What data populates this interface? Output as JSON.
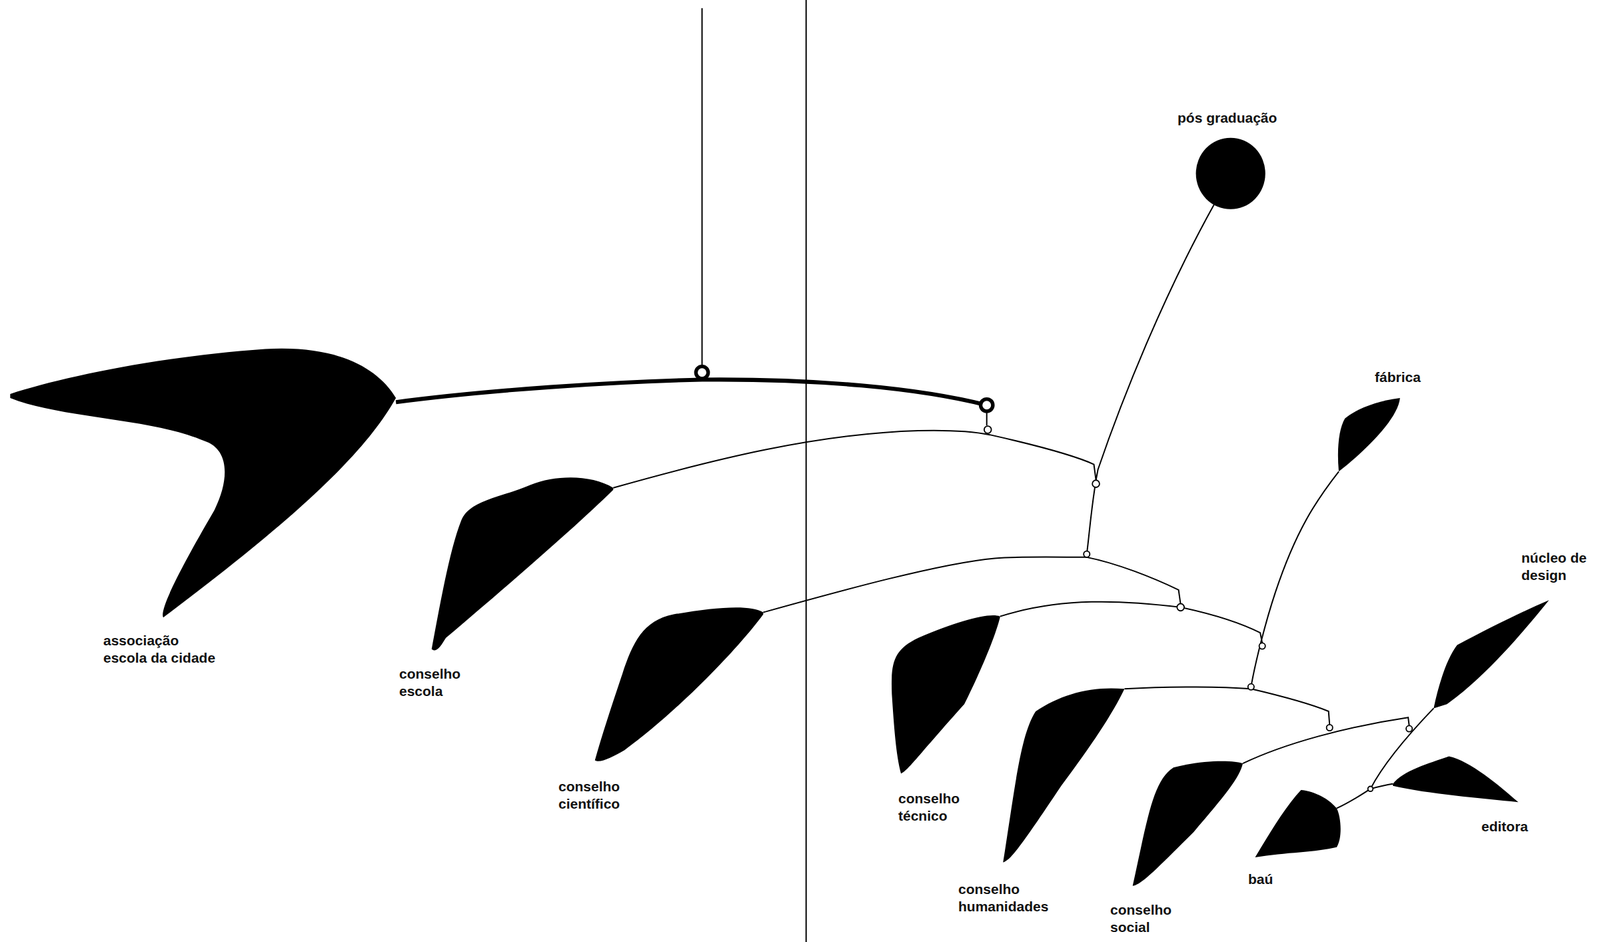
{
  "diagram": {
    "nodes": [
      {
        "text": [
          "associação escola da cidade"
        ]
      },
      {
        "text": [
          "conselho escola"
        ]
      },
      {
        "text": [
          "pós graduação"
        ]
      },
      {
        "text": [
          "conselho científico"
        ]
      },
      {
        "text": [
          "fábrica"
        ]
      },
      {
        "text": [
          "conselho técnico"
        ]
      },
      {
        "text": [
          "núcleo de design"
        ]
      },
      {
        "text": [
          "conselho humanidades"
        ]
      },
      {
        "text": [
          "editora"
        ]
      },
      {
        "text": [
          "baú"
        ]
      },
      {
        "text": [
          "conselho social"
        ]
      }
    ]
  }
}
